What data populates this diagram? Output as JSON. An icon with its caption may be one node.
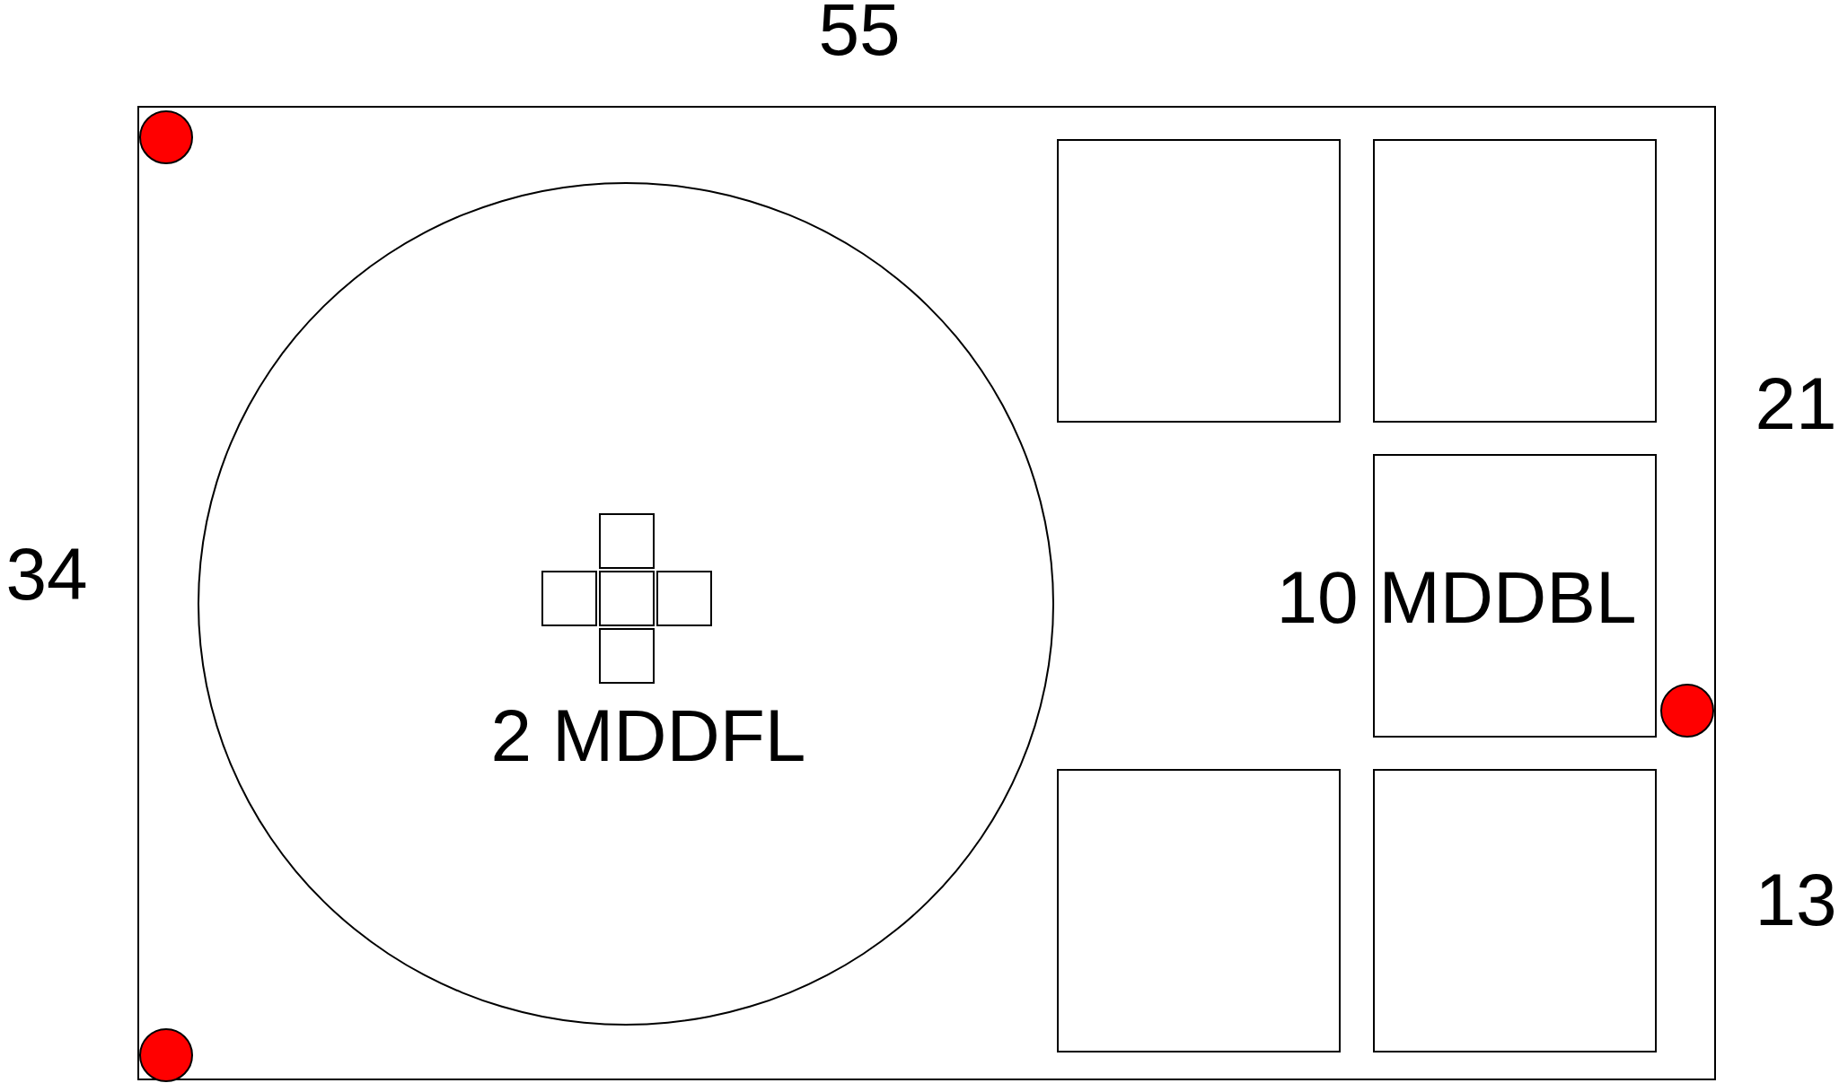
{
  "diagram": {
    "nodes": [
      {
        "text": [],
        "shape": "box"
      },
      {
        "text": [
          "2 MDDFL"
        ],
        "in": 0
      },
      {
        "text": [],
        "shape": "box",
        "in": 0
      },
      {
        "text": [],
        "shape": "box",
        "in": 0
      },
      {
        "text": [],
        "shape": "box",
        "in": 0
      },
      {
        "text": [],
        "shape": "box",
        "in": 0
      },
      {
        "text": [],
        "shape": "box",
        "in": 0
      },
      {
        "text": [],
        "shape": "box",
        "in": 1
      },
      {
        "text": [],
        "shape": "box",
        "in": 1
      },
      {
        "text": [],
        "shape": "box",
        "in": 1
      },
      {
        "text": [],
        "shape": "box",
        "in": 1
      },
      {
        "text": [],
        "shape": "box",
        "in": 1
      },
      {
        "text": [],
        "shape": "circle",
        "in": 0
      },
      {
        "text": [],
        "shape": "circle",
        "in": 0
      },
      {
        "text": [],
        "shape": "circle",
        "in": 0
      }
    ],
    "labels": [
      "55",
      "21",
      "34",
      "10 MDDBL",
      "13"
    ]
  }
}
